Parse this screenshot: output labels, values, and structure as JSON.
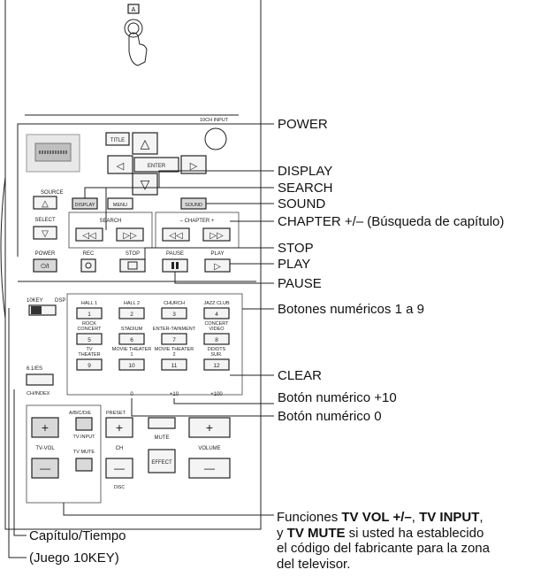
{
  "remote": {
    "hand_icon_label": "A",
    "top_label": "10CH INPUT",
    "source": {
      "label": "SOURCE",
      "select": "SELECT",
      "up": "△",
      "down": "▽"
    },
    "buttons": {
      "title": "TITLE",
      "display": "DISPLAY",
      "menu": "MENU",
      "enter": "ENTER",
      "sound": "SOUND",
      "search": "SEARCH",
      "chapter": "–  CHAPTER  +",
      "power": "POWER",
      "power_sym": "⏻/I",
      "rec": "REC",
      "stop": "STOP",
      "pause": "PAUSE",
      "play": "PLAY",
      "tenkey": "10KEY",
      "dsp": "DSP",
      "chinput": "6.1/ES",
      "chinput_sub": "CH/INDEX",
      "av": "A/B/C/D/E",
      "preset": "PRESET",
      "tv_input": "TV INPUT",
      "tv_mute": "TV MUTE",
      "tv_vol": "TV-VOL",
      "ch": "CH",
      "mute": "MUTE",
      "effect": "EFFECT",
      "volume": "VOLUME",
      "disc": "DISC",
      "plus": "+",
      "minus": "—"
    },
    "numpad": [
      {
        "top": "HALL 1",
        "num": "1"
      },
      {
        "top": "HALL 2",
        "num": "2"
      },
      {
        "top": "CHURCH",
        "num": "3"
      },
      {
        "top": "JAZZ CLUB",
        "num": "4"
      },
      {
        "top": "ROCK CONCERT",
        "num": "5"
      },
      {
        "top": "STADIUM",
        "num": "6"
      },
      {
        "top": "ENTER-TAINMENT",
        "num": "7"
      },
      {
        "top": "CONCERT VIDEO",
        "num": "8"
      },
      {
        "top": "TV THEATER",
        "num": "9"
      },
      {
        "top": "MOVIE THEATER 1",
        "num": "10"
      },
      {
        "top": "MOVIE THEATER 2",
        "num": "11"
      },
      {
        "top": "DD/DTS SUR.",
        "num": "12"
      }
    ],
    "numpad_sub": {
      "zero": "0",
      "plus10": "+10",
      "plus100": "+100"
    }
  },
  "callouts": {
    "power": "POWER",
    "display": "DISPLAY",
    "search": "SEARCH",
    "sound": "SOUND",
    "chapter": "CHAPTER +/– (Búsqueda de capítulo)",
    "stop": "STOP",
    "play": "PLAY",
    "pause": "PAUSE",
    "numeric": "Botones numéricos 1 a 9",
    "clear": "CLEAR",
    "plus10": "Botón numérico +10",
    "zero": "Botón numérico 0",
    "chapter_time": "Capítulo/Tiempo",
    "tenkey": "(Juego 10KEY)"
  },
  "note": {
    "line1_pre": "Funciones ",
    "line1_b1": "TV VOL +/–",
    "line1_mid": ", ",
    "line1_b2": "TV INPUT",
    "line1_post": ",",
    "line2_pre": "y ",
    "line2_b": "TV MUTE",
    "line2_post": " si usted ha establecido",
    "line3": "el código del fabricante para la zona",
    "line4": "del televisor."
  }
}
